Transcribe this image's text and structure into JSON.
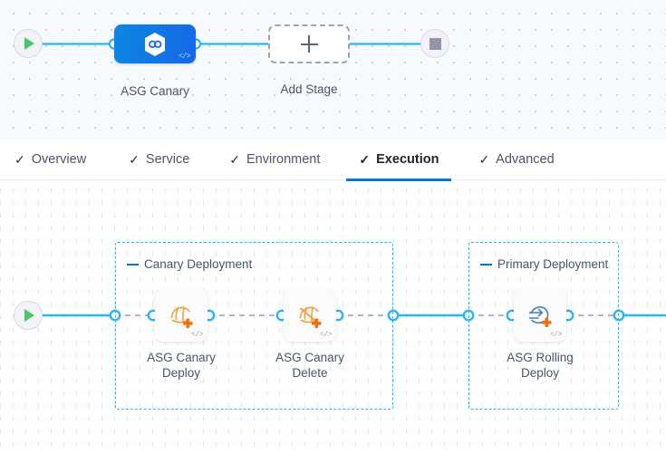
{
  "colors": {
    "accent_blue": "#0278d5",
    "wire_blue": "#29b5f6",
    "wire_dashed_grey": "#b0b4c4",
    "group_border": "#29b5f6",
    "stage_gradient_from": "#0b87e0",
    "stage_gradient_to": "#1767e8",
    "asg_icon_orange": "#f0a13c",
    "asg_plus_orange": "#ec7211",
    "rolling_icon_blue": "#4a7fb5",
    "start_play_green": "#4dc36a",
    "stop_square_grey": "#9295a8",
    "label_text": "#4a5567"
  },
  "stage_canvas": {
    "start_node": {
      "name": "start-node",
      "icon": "play-icon"
    },
    "stop_node": {
      "name": "stop-node",
      "icon": "stop-square-icon"
    },
    "stage": {
      "label": "ASG Canary",
      "icon": "harness-cd-hexagon-icon",
      "code_glyph": "</>"
    },
    "add_stage": {
      "label": "Add Stage",
      "icon": "plus-icon"
    }
  },
  "tabs": [
    {
      "id": "overview",
      "label": "Overview",
      "check": "✓",
      "active": false
    },
    {
      "id": "service",
      "label": "Service",
      "check": "✓",
      "active": false
    },
    {
      "id": "environment",
      "label": "Environment",
      "check": "✓",
      "active": false
    },
    {
      "id": "execution",
      "label": "Execution",
      "check": "✓",
      "active": true
    },
    {
      "id": "advanced",
      "label": "Advanced",
      "check": "✓",
      "active": false
    }
  ],
  "execution_canvas": {
    "start_node": {
      "name": "execution-start-node",
      "icon": "play-icon"
    },
    "groups": [
      {
        "id": "canary-deployment",
        "label": "Canary Deployment",
        "collapse_icon": "minus-icon",
        "steps": [
          {
            "id": "asg-canary-deploy",
            "label": "ASG Canary\nDeploy",
            "icon": "asg-canary-deploy-icon",
            "code_glyph": "</>"
          },
          {
            "id": "asg-canary-delete",
            "label": "ASG Canary\nDelete",
            "icon": "asg-canary-delete-icon",
            "code_glyph": "</>"
          }
        ]
      },
      {
        "id": "primary-deployment",
        "label": "Primary Deployment",
        "collapse_icon": "minus-icon",
        "steps": [
          {
            "id": "asg-rolling-deploy",
            "label": "ASG Rolling\nDeploy",
            "icon": "asg-rolling-deploy-icon",
            "code_glyph": "</>"
          }
        ]
      }
    ]
  }
}
